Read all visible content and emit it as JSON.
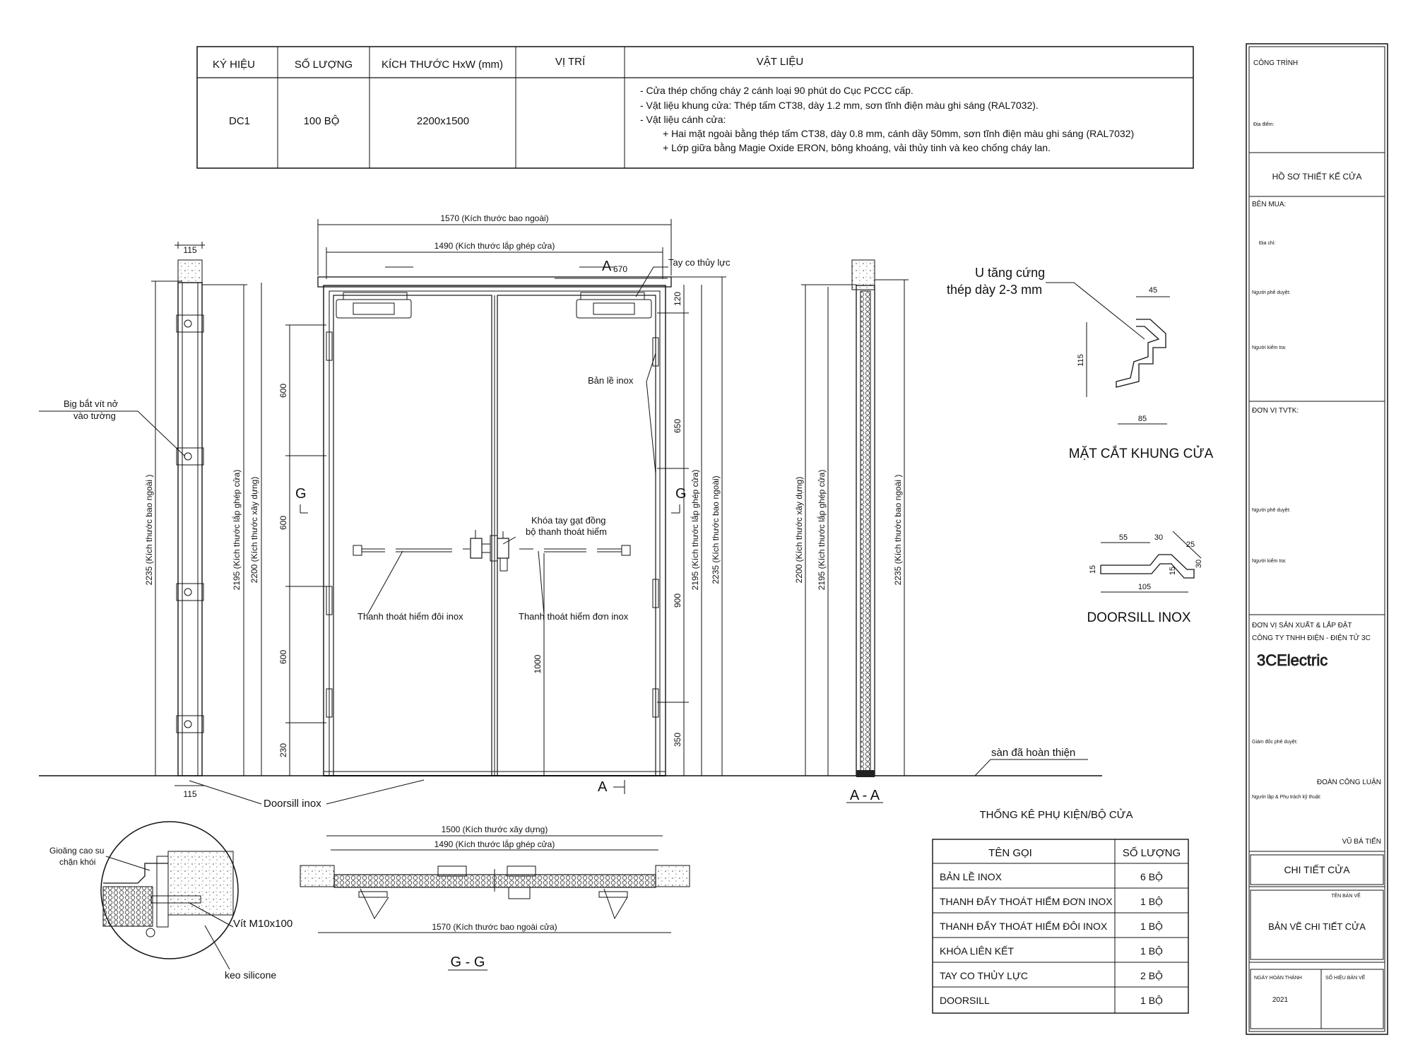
{
  "spec_table": {
    "headers": [
      "KÝ HIỆU",
      "SỐ LƯỢNG",
      "KÍCH THƯỚC HxW (mm)",
      "VỊ TRÍ",
      "VẬT LIỆU"
    ],
    "row": {
      "symbol": "DC1",
      "quantity": "100 BỘ",
      "size": "2200x1500",
      "position": "",
      "materials": [
        "- Cửa thép chống cháy 2 cánh loại 90 phút do Cục PCCC cấp.",
        "- Vật liệu khung cửa: Thép tấm CT38, dày 1.2 mm, sơn tĩnh điện màu ghi sáng (RAL7032).",
        "- Vật liệu cánh cửa:",
        "+ Hai mặt ngoài bằng thép tấm CT38, dày 0.8 mm, cánh dầy 50mm, sơn tĩnh điện màu ghi sáng (RAL7032)",
        "+ Lớp giữa bằng Magie Oxide ERON, bông khoáng, vải thủy tinh và keo chống cháy lan."
      ]
    }
  },
  "elevation": {
    "dims": {
      "outer_width": "1570 (Kích thước bao ngoài)",
      "install_width": "1490 (Kích thước lắp ghép cửa)",
      "a670": "670",
      "d120": "120",
      "d650": "650",
      "d900": "900",
      "d350": "350",
      "d1000": "1000",
      "l600a": "600",
      "l600b": "600",
      "l600c": "600",
      "l230": "230",
      "r2195": "2195 (Kích thước lắp ghép cửa)",
      "r2235": "2235 (Kích thước bao ngoài)"
    },
    "labels": {
      "closer": "Tay co thủy lực",
      "hinge": "Bản lề inox",
      "lock_line1": "Khóa tay gạt đồng",
      "lock_line2": "bộ thanh thoát hiểm",
      "double_bar": "Thanh thoát hiểm đôi inox",
      "single_bar": "Thanh thoát hiểm đơn inox",
      "doorsill": "Doorsill inox",
      "floor": "sàn đã hoàn thiện",
      "sec_a_top": "A",
      "sec_a_bottom": "A",
      "sec_g_left": "G",
      "sec_g_right": "G"
    }
  },
  "left_section": {
    "d115_top": "115",
    "d115_bottom": "115",
    "d2235": "2235 (Kích thước bao ngoài )",
    "d2195": "2195 (Kích thước lắp ghép cửa)",
    "d2200": "2200 (Kích thước xây dựng)",
    "anchor_line1": "Bịg bắt vít nở",
    "anchor_line2": "vào tường"
  },
  "section_aa": {
    "title": "A - A",
    "d2200": "2200 (Kích thước xây dựng)",
    "d2195": "2195 (Kích thước lắp ghép cửa)",
    "d2235": "2235 (Kích thước bao ngoài )"
  },
  "frame_section": {
    "title": "MẶT CẮT KHUNG CỬA",
    "note_line1": "U tăng cứng",
    "note_line2": "thép dày 2-3 mm",
    "d45": "45",
    "d115": "115",
    "d85": "85"
  },
  "doorsill": {
    "title": "DOORSILL INOX",
    "d55": "55",
    "d30": "30",
    "d25": "25",
    "d15a": "15",
    "d15b": "15",
    "d30b": "30",
    "d105": "105"
  },
  "plan_gg": {
    "title": "G - G",
    "d1500": "1500 (Kích thước xây dựng)",
    "d1490": "1490 (Kích thước lắp ghép cửa)",
    "d1570": "1570 (Kích thước bao ngoài cửa)"
  },
  "detail": {
    "gasket_line1": "Gioăng cao su",
    "gasket_line2": "chặn khói",
    "screw": "Vít M10x100",
    "silicone": "keo silicone"
  },
  "accessories": {
    "title": "THỐNG KÊ PHỤ KIỆN/BỘ CỬA",
    "headers": [
      "TÊN GỌI",
      "SỐ LƯỢNG"
    ],
    "rows": [
      {
        "name": "BẢN LỀ INOX",
        "qty": "6 BỘ"
      },
      {
        "name": "THANH ĐẨY THOÁT HIỂM ĐƠN INOX",
        "qty": "1 BỘ"
      },
      {
        "name": "THANH ĐẨY THOÁT HIỂM ĐÔI INOX",
        "qty": "1 BỘ"
      },
      {
        "name": "KHÓA LIÊN KẾT",
        "qty": "1 BỘ"
      },
      {
        "name": "TAY CO THỦY LỰC",
        "qty": "2 BỘ"
      },
      {
        "name": "DOORSILL",
        "qty": "1 BỘ"
      }
    ]
  },
  "title_block": {
    "project": "CÔNG TRÌNH",
    "location": "Địa điểm:",
    "design_file": "HỒ SƠ THIẾT KẾ CỬA",
    "buyer": "BÊN MUA:",
    "address": "Địa chỉ:",
    "approver1": "Người phê duyệt:",
    "checker1": "Người kiểm tra:",
    "consultant": "ĐƠN VỊ TVTK:",
    "approver2": "Người phê duyệt:",
    "checker2": "Người kiểm tra:",
    "maker_line1": "ĐƠN VỊ SẢN XUẤT & LẮP ĐẶT",
    "maker_line2": "CÔNG TY TNHH ĐIỆN - ĐIỆN TỬ 3C",
    "logo": "3CElectric",
    "director": "Giám đốc phê duyệt:",
    "director_name": "ĐOÀN CÔNG LUẬN",
    "tech_lead": "Người lập & Phụ trách kỹ thuật:",
    "tech_name": "VŨ BÁ TIẾN",
    "detail_title": "CHI TIẾT CỬA",
    "drawing_name_label": "TÊN BẢN VẼ",
    "drawing_name": "BẢN VẼ CHI TIẾT CỬA",
    "date_label": "NGÀY HOÀN THÀNH",
    "number_label": "SỐ HIỆU BẢN VẼ",
    "year": "2021"
  }
}
